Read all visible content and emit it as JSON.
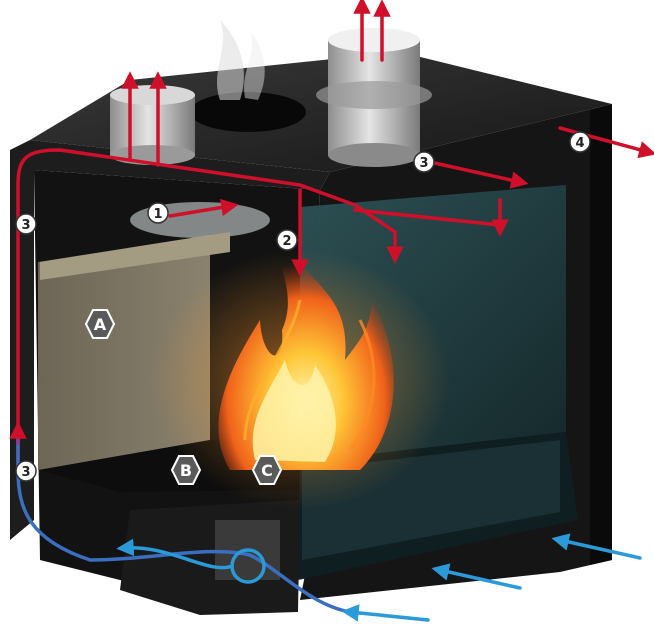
{
  "diagram": {
    "kind": "fireplace-airflow-cutaway",
    "colors": {
      "hot_air": "#d0102a",
      "cold_air": "#2a9ad8",
      "body_dark": "#1b1b1b",
      "glass": "#2b4f55",
      "flame_core": "#ffd34a",
      "flame_outer": "#e8550e"
    },
    "number_badges": [
      {
        "id": "1",
        "text": "1"
      },
      {
        "id": "2",
        "text": "2"
      },
      {
        "id": "3a",
        "text": "3"
      },
      {
        "id": "3b",
        "text": "3"
      },
      {
        "id": "3c",
        "text": "3"
      },
      {
        "id": "4",
        "text": "4"
      }
    ],
    "zone_badges": [
      {
        "id": "A",
        "text": "A"
      },
      {
        "id": "B",
        "text": "B"
      },
      {
        "id": "C",
        "text": "C"
      }
    ]
  }
}
